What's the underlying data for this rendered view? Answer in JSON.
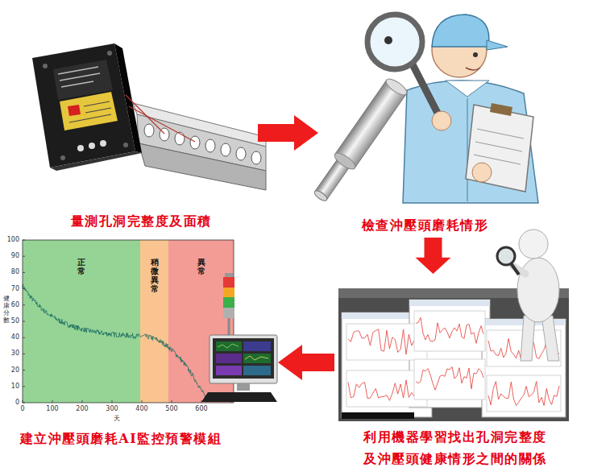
{
  "diagram": {
    "nodes": [
      {
        "text": [
          "量測孔洞完整度及面積"
        ]
      },
      {
        "text": [
          "檢查沖壓頭磨耗情形"
        ]
      },
      {
        "text": [
          "建立沖壓頭磨耗AI監控預警模組"
        ]
      },
      {
        "text": [
          "正常"
        ],
        "in": 2
      },
      {
        "text": [
          "稍微異常"
        ],
        "in": 2
      },
      {
        "text": [
          "異常"
        ],
        "in": 2
      },
      {
        "text": [
          "利用機器學習找出孔洞完整度 及沖壓頭健康情形之間的關係"
        ]
      }
    ],
    "edges": [
      {
        "from": 0,
        "to": 1,
        "arrow": "to"
      },
      {
        "from": 1,
        "to": 6,
        "arrow": "to"
      },
      {
        "from": 6,
        "to": 2,
        "arrow": "to"
      }
    ],
    "labels": [
      "0",
      "10",
      "20",
      "30",
      "40",
      "50",
      "60",
      "70",
      "80",
      "90",
      "100",
      "0",
      "100",
      "200",
      "300",
      "400",
      "500",
      "600",
      "天",
      "健康分數"
    ]
  }
}
